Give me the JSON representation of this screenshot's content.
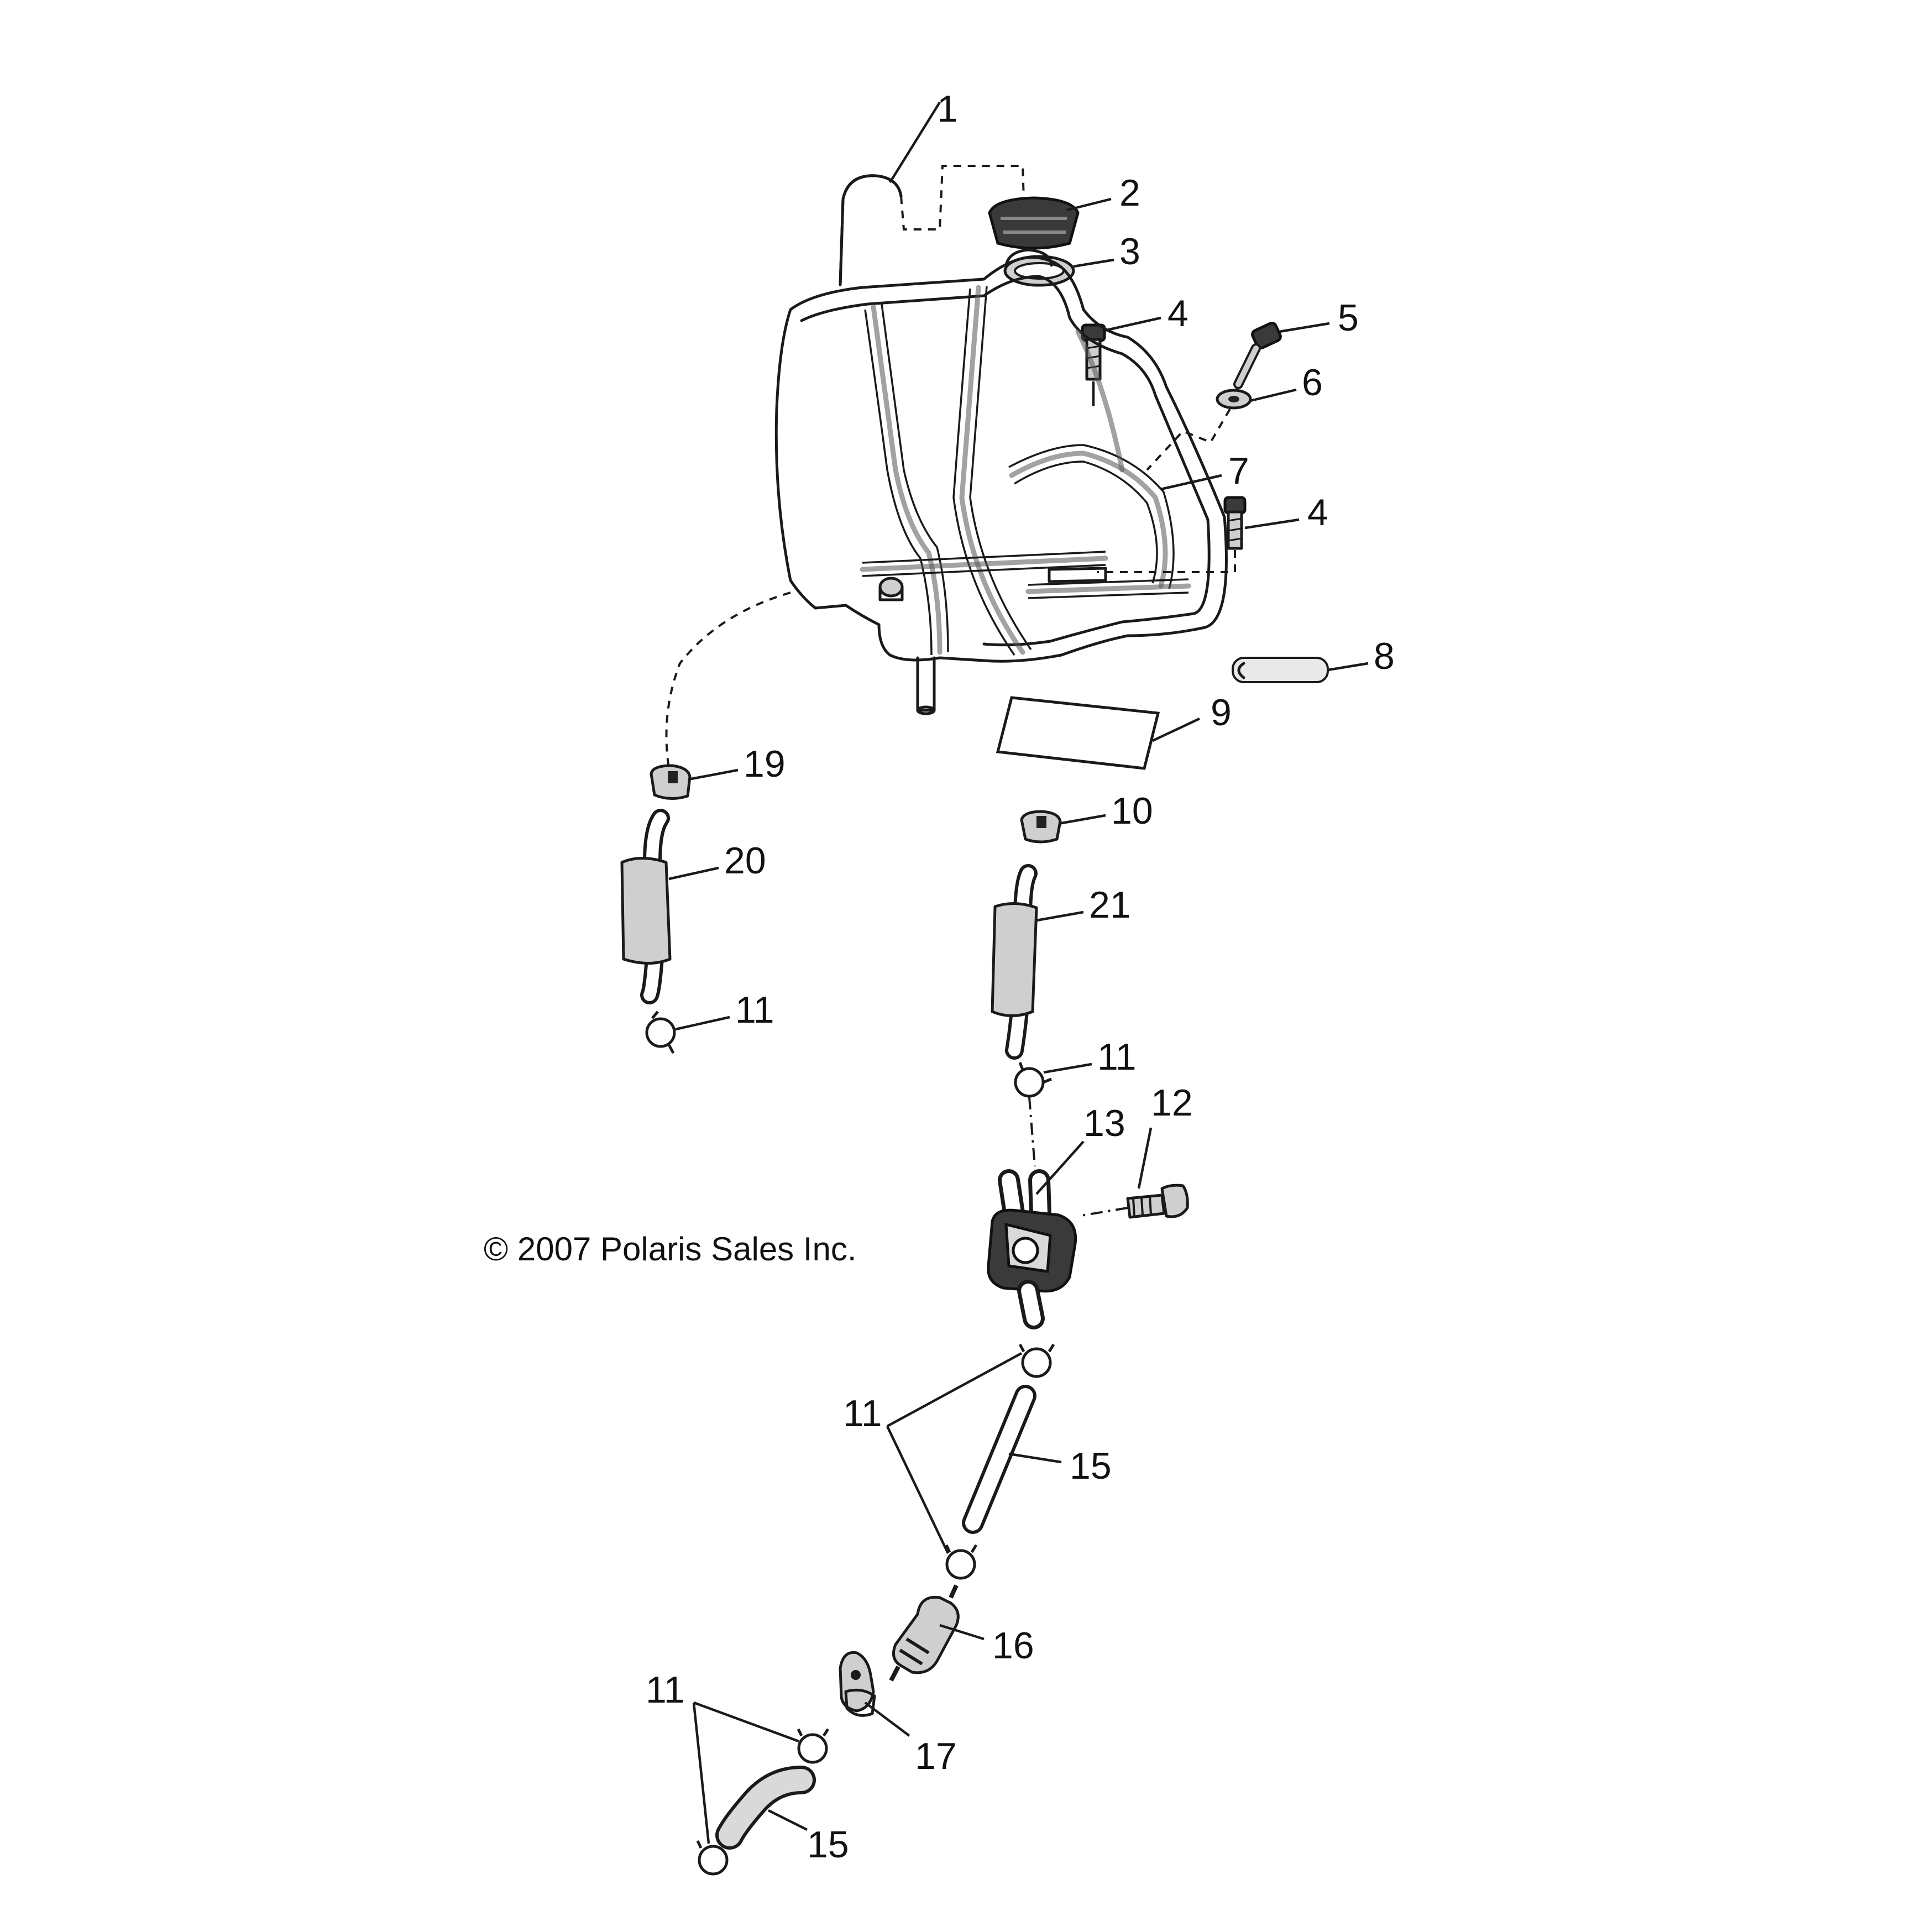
{
  "diagram": {
    "copyright": "© 2007 Polaris Sales Inc.",
    "callouts": [
      {
        "id": "1",
        "text": "1"
      },
      {
        "id": "2",
        "text": "2"
      },
      {
        "id": "3",
        "text": "3"
      },
      {
        "id": "4a",
        "text": "4"
      },
      {
        "id": "5",
        "text": "5"
      },
      {
        "id": "6",
        "text": "6"
      },
      {
        "id": "7",
        "text": "7"
      },
      {
        "id": "4b",
        "text": "4"
      },
      {
        "id": "8",
        "text": "8"
      },
      {
        "id": "9",
        "text": "9"
      },
      {
        "id": "19",
        "text": "19"
      },
      {
        "id": "10",
        "text": "10"
      },
      {
        "id": "20",
        "text": "20"
      },
      {
        "id": "21",
        "text": "21"
      },
      {
        "id": "11a",
        "text": "11"
      },
      {
        "id": "11b",
        "text": "11"
      },
      {
        "id": "12",
        "text": "12"
      },
      {
        "id": "13",
        "text": "13"
      },
      {
        "id": "11c",
        "text": "11"
      },
      {
        "id": "15a",
        "text": "15"
      },
      {
        "id": "16",
        "text": "16"
      },
      {
        "id": "11d",
        "text": "11"
      },
      {
        "id": "17",
        "text": "17"
      },
      {
        "id": "15b",
        "text": "15"
      }
    ]
  }
}
